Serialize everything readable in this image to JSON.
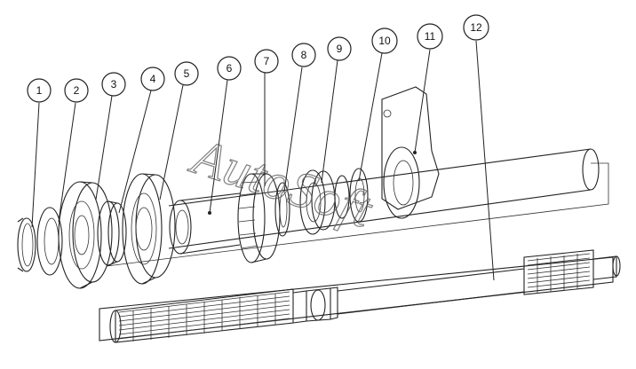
{
  "callouts": [
    {
      "label": "1"
    },
    {
      "label": "2"
    },
    {
      "label": "3"
    },
    {
      "label": "4"
    },
    {
      "label": "5"
    },
    {
      "label": "6"
    },
    {
      "label": "7"
    },
    {
      "label": "8"
    },
    {
      "label": "9"
    },
    {
      "label": "10"
    },
    {
      "label": "11"
    },
    {
      "label": "12"
    }
  ],
  "watermark": {
    "text": "AutoSoft"
  }
}
